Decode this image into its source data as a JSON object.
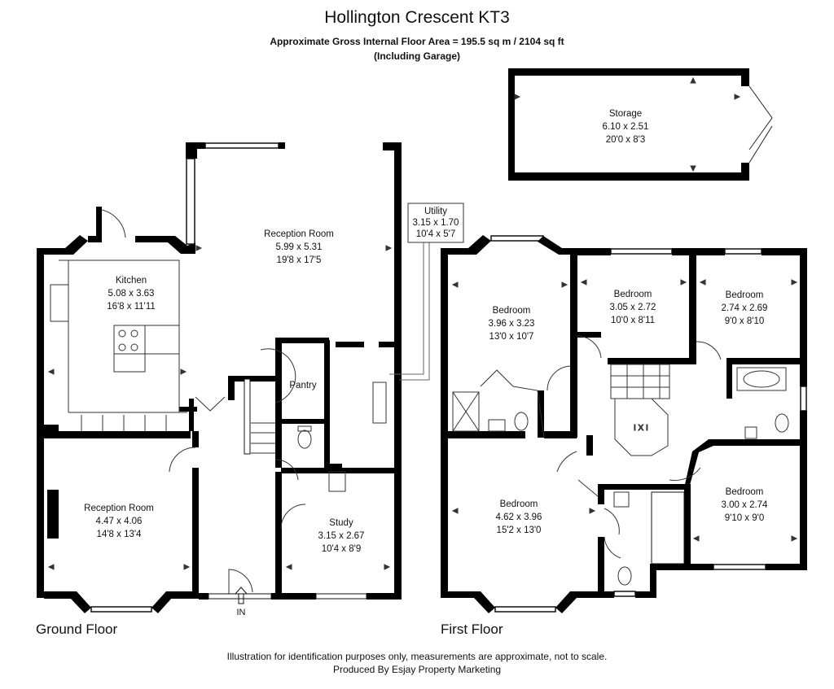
{
  "title": "Hollington Crescent KT3",
  "area_line": "Approximate Gross Internal Floor Area  = 195.5 sq m  / 2104 sq ft",
  "garage_note": "(Including Garage)",
  "footer": {
    "disclaimer": "Illustration for identification purposes only, measurements are approximate, not to scale.",
    "producer": "Produced By Esjay Property Marketing"
  },
  "floors": {
    "ground": "Ground Floor",
    "first": "First Floor"
  },
  "entrance": "IN",
  "rooms": {
    "storage": {
      "name": "Storage",
      "metric": "6.10 x 2.51",
      "imperial": "20'0 x 8'3"
    },
    "utility": {
      "name": "Utility",
      "metric": "3.15 x 1.70",
      "imperial": "10'4 x 5'7"
    },
    "reception_main": {
      "name": "Reception Room",
      "metric": "5.99 x 5.31",
      "imperial": "19'8 x 17'5"
    },
    "kitchen": {
      "name": "Kitchen",
      "metric": "5.08 x 3.63",
      "imperial": "16'8 x 11'11"
    },
    "pantry": {
      "name": "Pantry"
    },
    "reception_front": {
      "name": "Reception Room",
      "metric": "4.47 x 4.06",
      "imperial": "14'8 x 13'4"
    },
    "study": {
      "name": "Study",
      "metric": "3.15 x 2.67",
      "imperial": "10'4 x 8'9"
    },
    "bedroom1": {
      "name": "Bedroom",
      "metric": "3.96 x 3.23",
      "imperial": "13'0 x 10'7"
    },
    "bedroom2": {
      "name": "Bedroom",
      "metric": "3.05 x 2.72",
      "imperial": "10'0 x 8'11"
    },
    "bedroom3": {
      "name": "Bedroom",
      "metric": "2.74 x 2.69",
      "imperial": "9'0 x 8'10"
    },
    "bedroom4": {
      "name": "Bedroom",
      "metric": "4.62 x 3.96",
      "imperial": "15'2 x 13'0"
    },
    "bedroom5": {
      "name": "Bedroom",
      "metric": "3.00 x 2.74",
      "imperial": "9'10 x 9'0"
    }
  }
}
